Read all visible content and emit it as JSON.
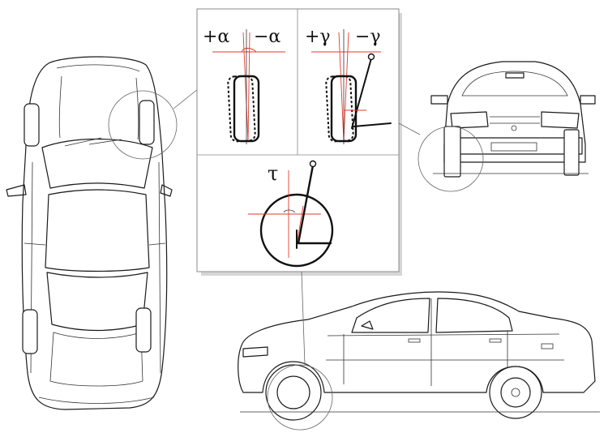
{
  "diagram": {
    "labels": {
      "camber_pos": "+α",
      "camber_neg": "−α",
      "toe_pos": "+γ",
      "toe_neg": "−γ",
      "caster": "τ"
    }
  }
}
